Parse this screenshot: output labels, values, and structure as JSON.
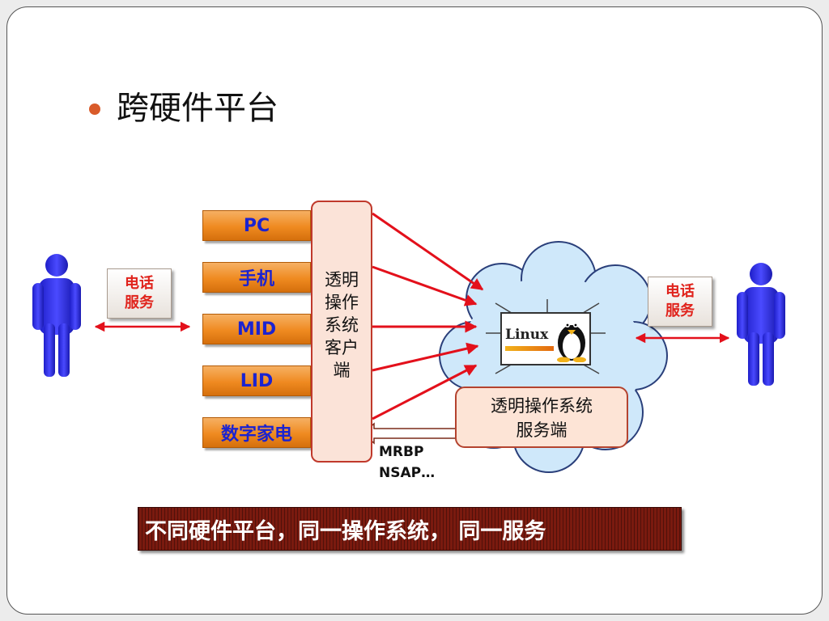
{
  "title": "跨硬件平台",
  "devices": [
    {
      "label": "PC"
    },
    {
      "label": "手机"
    },
    {
      "label": "MID"
    },
    {
      "label": "LID"
    },
    {
      "label": "数字家电"
    }
  ],
  "client": {
    "label": "透明\n操作\n系统\n客户\n端"
  },
  "phone_service_left": {
    "label": "电话\n服务"
  },
  "phone_service_right": {
    "label": "电话\n服务"
  },
  "server": {
    "label": "透明操作系统\n服务端"
  },
  "linux_logo": {
    "text": "Linux"
  },
  "protocols": {
    "label": "MRBP\nNSAP…"
  },
  "banner": {
    "text": "不同硬件平台，同一操作系统， 同一服务"
  },
  "colors": {
    "arrow": "#e3101b",
    "person": "#3b3bf0",
    "device_fill": "#f08c22",
    "device_text": "#1b23d0",
    "service_text": "#e0231c",
    "banner_bg": "#7a1a0f"
  }
}
